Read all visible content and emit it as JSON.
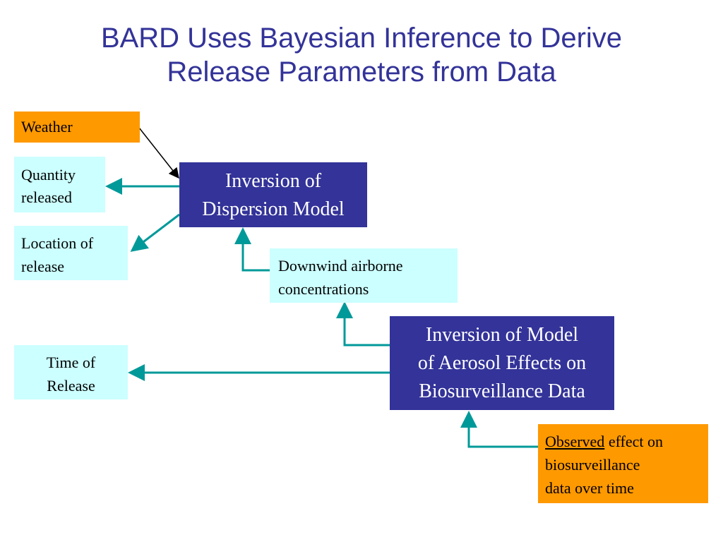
{
  "title": {
    "line1": "BARD Uses Bayesian Inference to Derive",
    "line2": "Release Parameters from Data"
  },
  "nodes": {
    "weather": "Weather",
    "quantity_released": {
      "line1": "Quantity",
      "line2": "released"
    },
    "location_of_release": {
      "line1": "Location of",
      "line2": "release"
    },
    "time_of_release": {
      "line1": "Time of",
      "line2": "Release"
    },
    "inversion_dispersion": {
      "line1": "Inversion of",
      "line2": "Dispersion Model"
    },
    "downwind_concentrations": {
      "line1": "Downwind airborne",
      "line2": "concentrations"
    },
    "inversion_aerosol": {
      "line1": "Inversion of Model",
      "line2": "of Aerosol Effects on",
      "line3": "Biosurveillance Data"
    },
    "observed_effect": {
      "underlined": "Observed",
      "rest_line1": " effect on",
      "line2": "biosurveillance",
      "line3": "data over time"
    }
  },
  "colors": {
    "title": "#333399",
    "navy_box": "#333399",
    "orange_box": "#ff9900",
    "cyan_box": "#ccffff",
    "connector": "#009999"
  }
}
